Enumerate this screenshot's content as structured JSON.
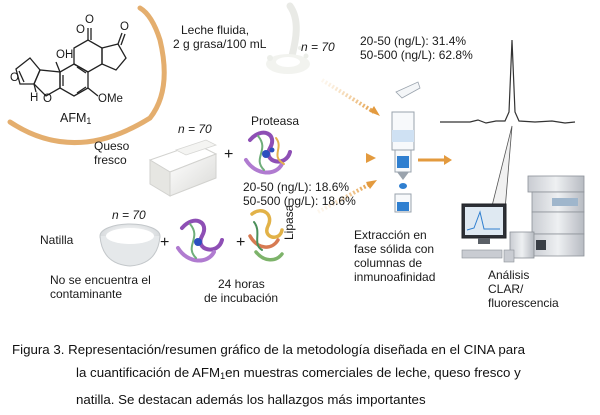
{
  "molecule": {
    "labels": {
      "oh": "OH",
      "h": "H",
      "o1": "O",
      "o2": "O",
      "o3": "O",
      "o4": "O",
      "o5": "O",
      "ome": "OMe"
    },
    "name": "AFM",
    "name_sub": "1"
  },
  "milk": {
    "label_line1": "Leche fluida,",
    "label_line2": "2 g grasa/100 mL",
    "n": "n = 70"
  },
  "milk_results": {
    "line1": "20-50 (ng/L): 31.4%",
    "line2": "50-500 (ng/L): 62.8%"
  },
  "cheese": {
    "label_line1": "Queso",
    "label_line2": "fresco",
    "n": "n = 70",
    "plus": "+",
    "protease_label": "Proteasa",
    "result_line1": "20-50 (ng/L): 18.6%",
    "result_line2": "50-500 (ng/L): 18.6%"
  },
  "custard": {
    "label": "Natilla",
    "n": "n = 70",
    "plus1": "+",
    "plus2": "+",
    "lipase_label": "Lipasa",
    "not_found_line1": "No se encuentra el",
    "not_found_line2": "contaminante",
    "incubation_line1": "24 horas",
    "incubation_line2": "de incubación"
  },
  "extraction": {
    "line1": "Extracción en",
    "line2": "fase sólida con",
    "line3": "columnas de",
    "line4": "inmunoafinidad"
  },
  "analysis": {
    "line1": "Análisis",
    "line2": "CLAR/",
    "line3": "fluorescencia"
  },
  "caption": {
    "line1": "Figura 3. Representación/resumen gráfico de la metodología diseñada en el CINA para",
    "line2_pre": "la cuantificación de AFM",
    "line2_sub": "1",
    "line2_post": "en muestras comerciales de leche, queso fresco y",
    "line3": "natilla. Se destacan además los hallazgos más importantes"
  },
  "colors": {
    "orange": "#E8A24A",
    "arc": "#DFA055",
    "arrow": "#E39A3E",
    "column_blue": "#2F7FD0",
    "protein_purple": "#8E4FB5"
  }
}
